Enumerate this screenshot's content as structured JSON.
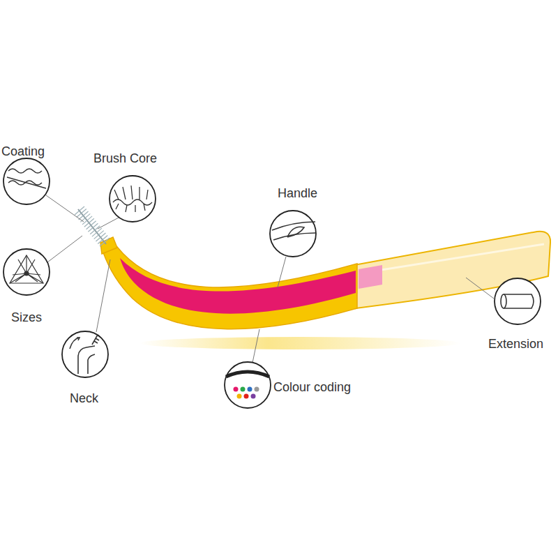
{
  "diagram": {
    "labels": [
      "Coating",
      "Brush Core",
      "Handle",
      "Sizes",
      "Extension",
      "Neck",
      "Colour coding"
    ]
  }
}
